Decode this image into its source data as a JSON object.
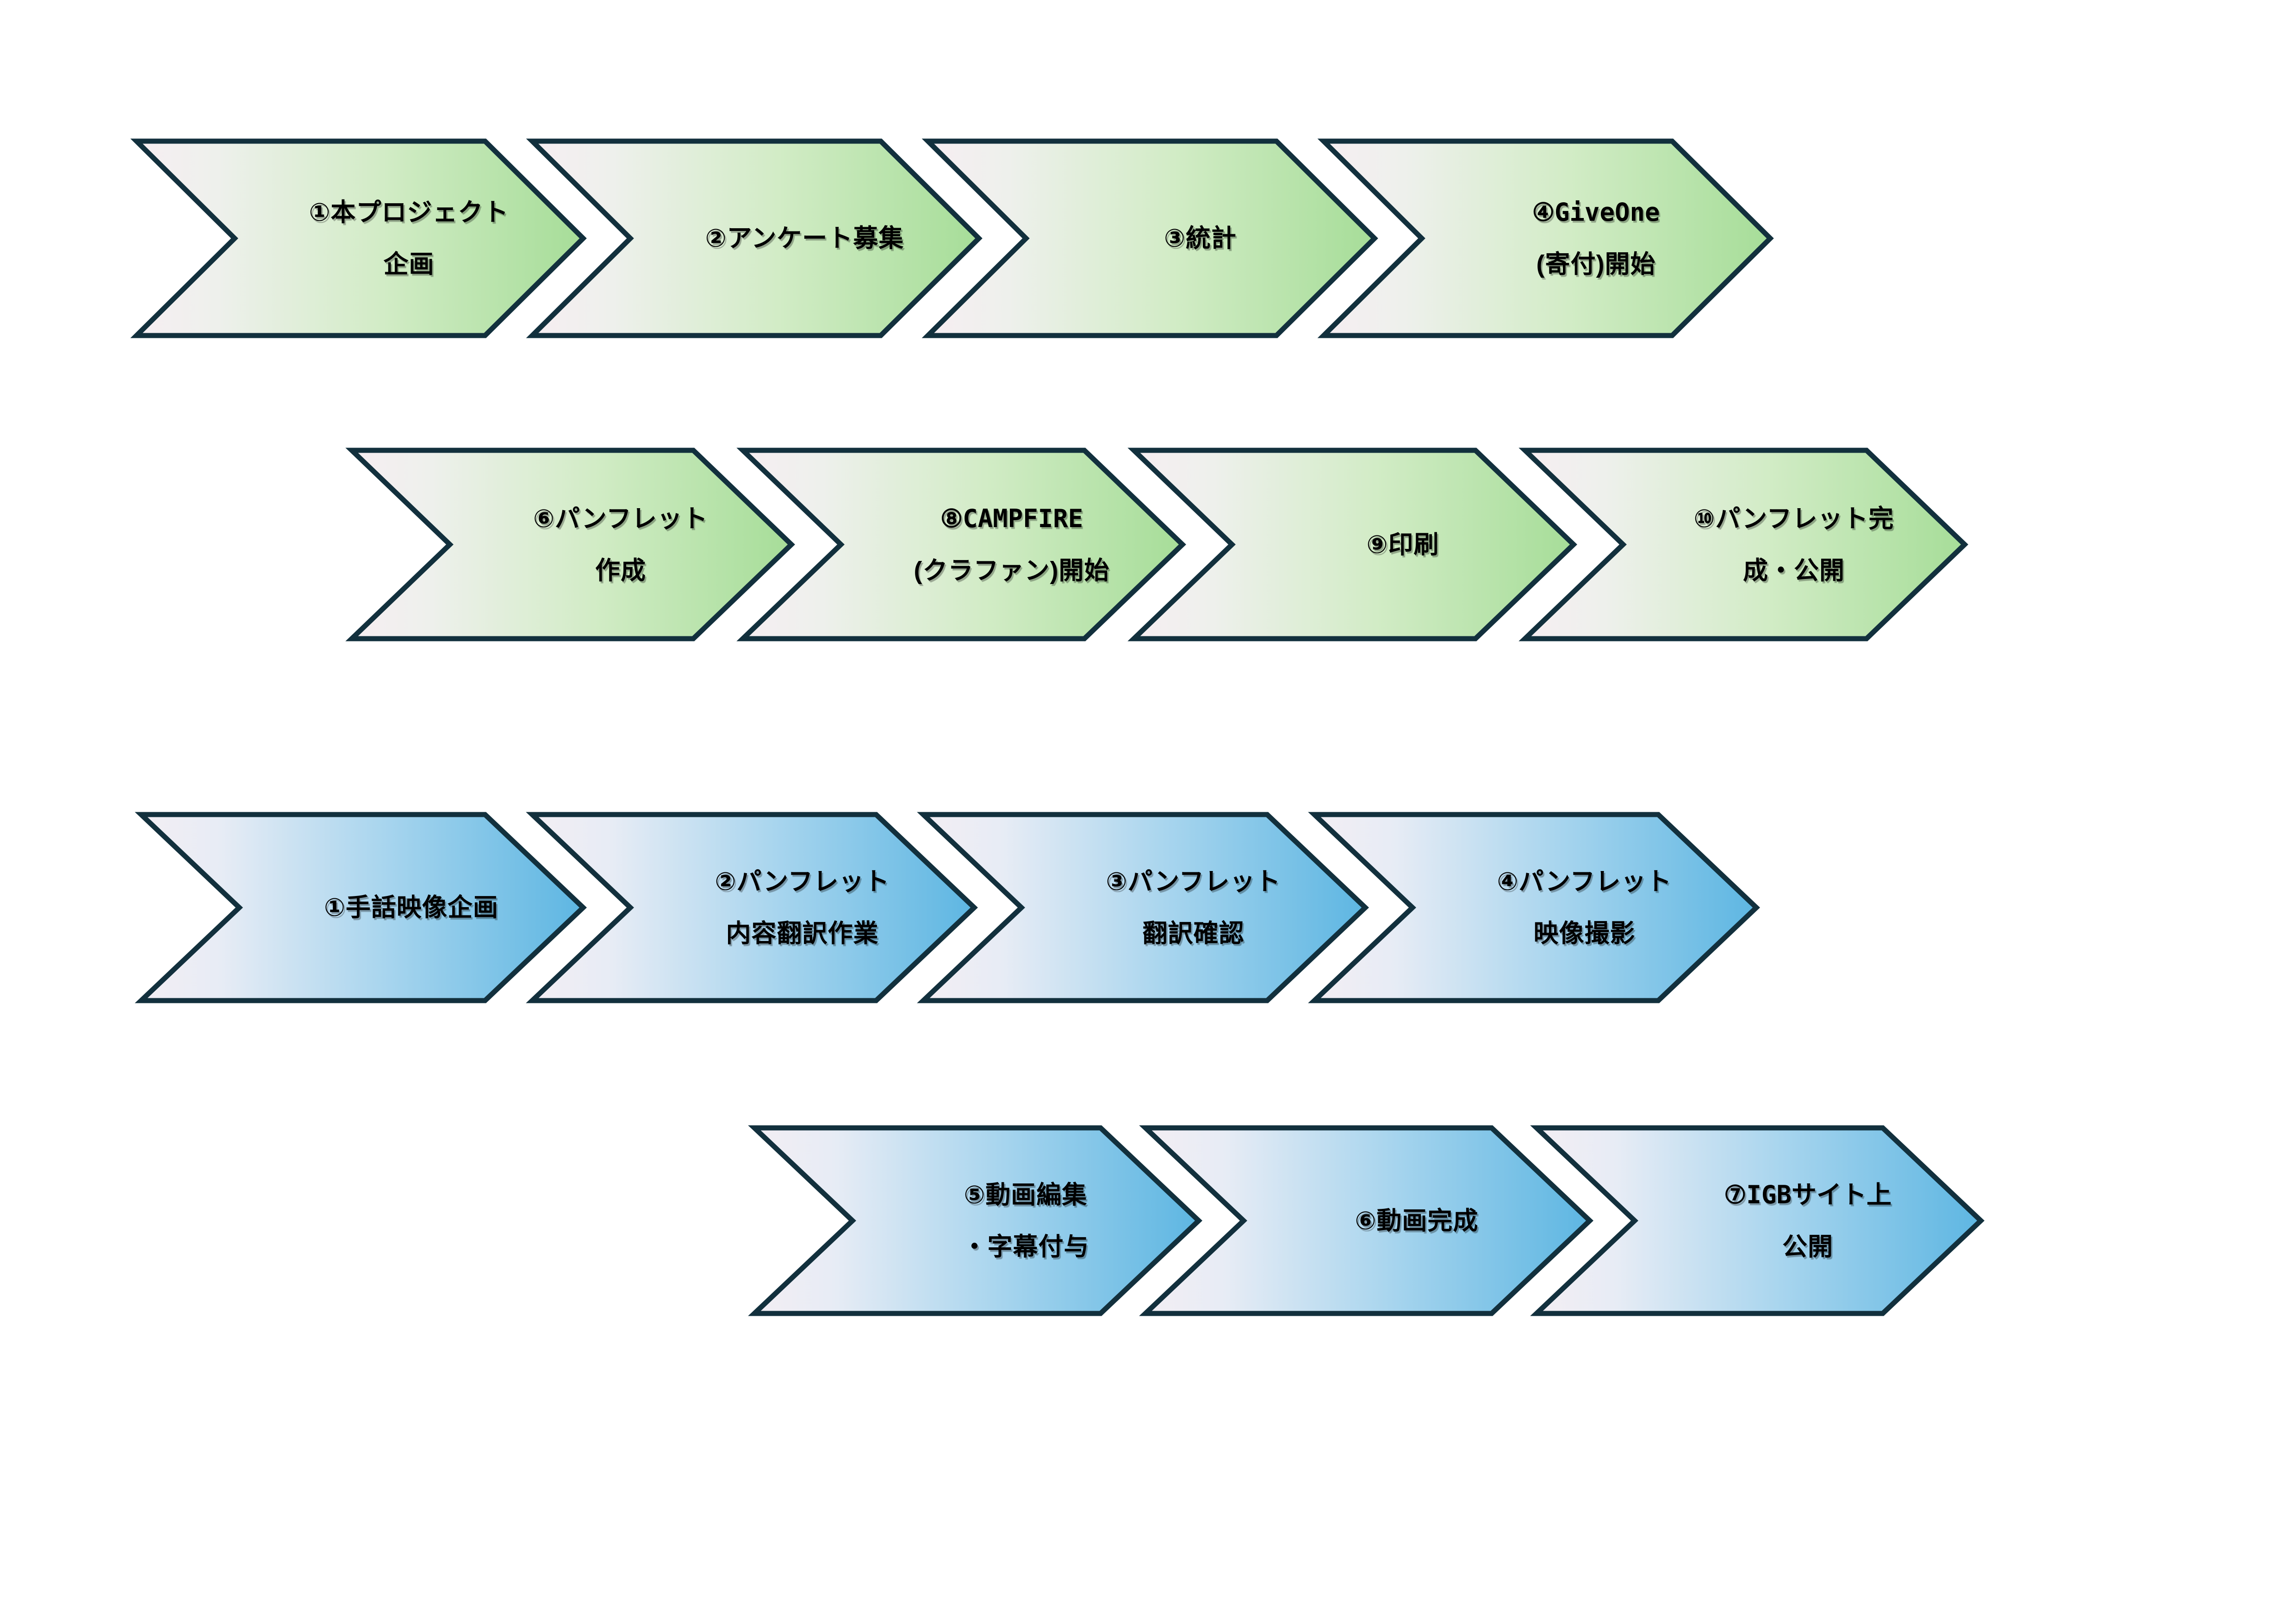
{
  "diagram": {
    "title": "",
    "colors": {
      "green_gradient_start": "#f5eff1",
      "green_gradient_end": "#a8dd9a",
      "blue_gradient_start": "#f3eef4",
      "blue_gradient_end": "#5fb8e3",
      "outline": "#12303d",
      "text": "#000000",
      "background": "#ffffff"
    },
    "rows": [
      {
        "name": "pamphlet-phase-row-1",
        "color": "green",
        "steps": [
          {
            "id": "g1",
            "lines": [
              "①本プロジェクト",
              "企画"
            ]
          },
          {
            "id": "g2",
            "lines": [
              "②アンケート募集"
            ]
          },
          {
            "id": "g3",
            "lines": [
              "③統計"
            ]
          },
          {
            "id": "g4",
            "lines": [
              "④GiveOne",
              "(寄付)開始"
            ],
            "mono_first_line": true
          }
        ]
      },
      {
        "name": "pamphlet-phase-row-2",
        "color": "green",
        "steps": [
          {
            "id": "g6",
            "lines": [
              "⑥パンフレット",
              "作成"
            ]
          },
          {
            "id": "g8",
            "lines": [
              "⑧CAMPFIRE",
              "(クラファン)開始"
            ],
            "mono_first_line": true
          },
          {
            "id": "g9",
            "lines": [
              "⑨印刷"
            ]
          },
          {
            "id": "g10",
            "lines": [
              "⑩パンフレット完",
              "成・公開"
            ]
          }
        ]
      },
      {
        "name": "video-phase-row-1",
        "color": "blue",
        "steps": [
          {
            "id": "b1",
            "lines": [
              "①手話映像企画"
            ]
          },
          {
            "id": "b2",
            "lines": [
              "②パンフレット",
              "内容翻訳作業"
            ]
          },
          {
            "id": "b3",
            "lines": [
              "③パンフレット",
              "翻訳確認"
            ]
          },
          {
            "id": "b4",
            "lines": [
              "④パンフレット",
              "映像撮影"
            ]
          }
        ]
      },
      {
        "name": "video-phase-row-2",
        "color": "blue",
        "steps": [
          {
            "id": "b5",
            "lines": [
              "⑤動画編集",
              "・字幕付与"
            ]
          },
          {
            "id": "b6",
            "lines": [
              "⑥動画完成"
            ]
          },
          {
            "id": "b7",
            "lines": [
              "⑦IGBサイト上",
              "公開"
            ],
            "mono_first_line": true
          }
        ]
      }
    ]
  }
}
